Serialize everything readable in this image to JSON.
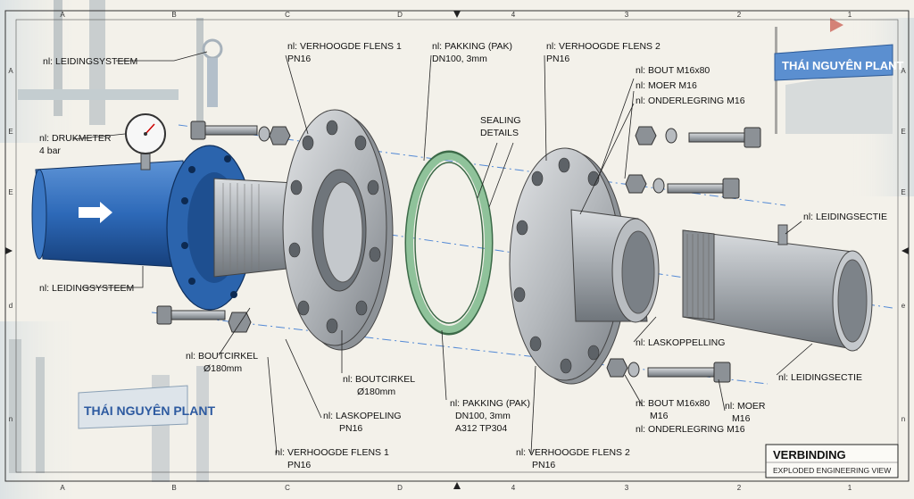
{
  "labels": {
    "leidingsysteem_top": "nl: LEIDINGSYSTEEM",
    "drukmeter": "nl: DRUKMETER",
    "drukmeter_value": "4 bar",
    "leidingsysteem_bottom": "nl: LEIDINGSYSTEEM",
    "verhoogde_flens_1_top": "nl: VERHOOGDE FLENS 1",
    "verhoogde_flens_1_top_rating": "PN16",
    "pakking_top": "nl: PAKKING (PAK)",
    "pakking_top_size": "DN100, 3mm",
    "sealing_details_1": "SEALING",
    "sealing_details_2": "DETAILS",
    "verhoogde_flens_2_top": "nl: VERHOOGDE FLENS 2",
    "verhoogde_flens_2_top_rating": "PN16",
    "bout_top": "nl: BOUT M16x80",
    "moer_top": "nl: MOER M16",
    "onderlegring_top": "nl: ONDERLEGRING M16",
    "leidingsectie_right": "nl: LEIDINGSECTIE",
    "boutcirkel_left": "nl: BOUTCIRKEL",
    "boutcirkel_left_value": "Ø180mm",
    "boutcirkel_mid": "nl: BOUTCIRKEL",
    "boutcirkel_mid_value": "Ø180mm",
    "laskopeling_left": "nl: LASKOPELING",
    "laskopeling_left_rating": "PN16",
    "verhoogde_flens_1_bottom": "nl: VERHOOGDE FLENS 1",
    "verhoogde_flens_1_bottom_rating": "PN16",
    "pakking_bottom": "nl: PAKKING (PAK)",
    "pakking_bottom_size": "DN100, 3mm",
    "pakking_bottom_material": "A312 TP304",
    "verhoogde_flens_2_bottom": "nl: VERHOOGDE FLENS 2",
    "verhoogde_flens_2_bottom_rating": "PN16",
    "laskoppelling_right": "nl: LASKOPPELLING",
    "bout_bottom": "nl: BOUT M16x80",
    "bout_bottom_size": "M16",
    "moer_bottom": "nl: MOER",
    "moer_bottom_size": "M16",
    "onderlegring_bottom": "nl: ONDERLEGRING M16",
    "leidingsectie_lower": "nl: LEIDINGSECTIE"
  },
  "plant_sign_top": "THÁI NGUYÊN PLANT",
  "plant_sign_bottom": "THÁI NGUYÊN PLANT",
  "title_block": {
    "title": "VERBINDING",
    "subtitle": "EXPLODED ENGINEERING VIEW"
  },
  "grid_top": [
    "A",
    "B",
    "C",
    "D",
    "4",
    "3",
    "2",
    "1"
  ],
  "grid_bottom": [
    "A",
    "B",
    "C",
    "D",
    "4",
    "3",
    "2",
    "1"
  ],
  "grid_left": [
    "A",
    "E",
    "E",
    "d",
    "n"
  ],
  "grid_right": [
    "A",
    "E",
    "E",
    "e",
    "n"
  ],
  "colors": {
    "pipe_blue": "#2d69b8",
    "steel": "#b8bcc0",
    "gasket_green": "#7fb38a",
    "axis_blue": "#2a6fd0"
  }
}
